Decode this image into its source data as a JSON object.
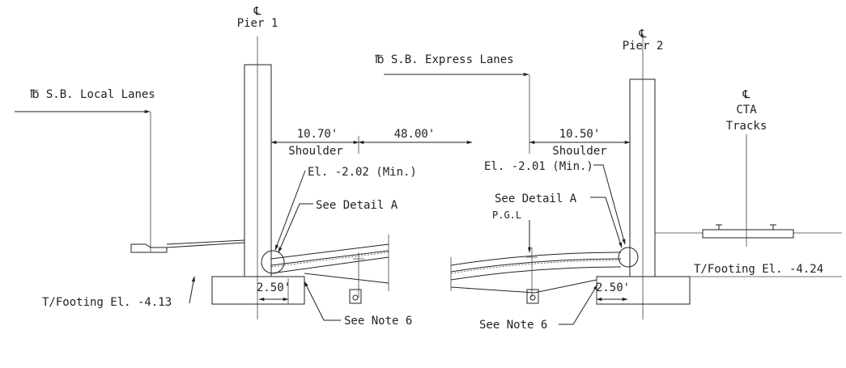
{
  "labels": {
    "pier1_symbol": "℄",
    "pier1": "Pier 1",
    "pier2_symbol": "℄",
    "pier2": "Pier 2",
    "cta_symbol": "℄",
    "cta1": "CTA",
    "cta2": "Tracks",
    "sb_express": "℔ S.B. Express Lanes",
    "sb_local": "℔ S.B. Local Lanes",
    "dim_1070": "10.70'",
    "dim_4800": "48.00'",
    "dim_1050": "10.50'",
    "shoulder_left": "Shoulder",
    "shoulder_right": "Shoulder",
    "el_left": "El. -2.02 (Min.)",
    "el_right": "El. -2.01 (Min.)",
    "detail_a_left": "See Detail A",
    "detail_a_right": "See Detail A",
    "pgl": "P.G.L",
    "footing_left": "T/Footing El. -4.13",
    "footing_right": "T/Footing El. -4.24",
    "dim_250_left": "2.50'",
    "dim_250_right": "2.50'",
    "note6_left": "See Note 6",
    "note6_right": "See Note 6"
  }
}
